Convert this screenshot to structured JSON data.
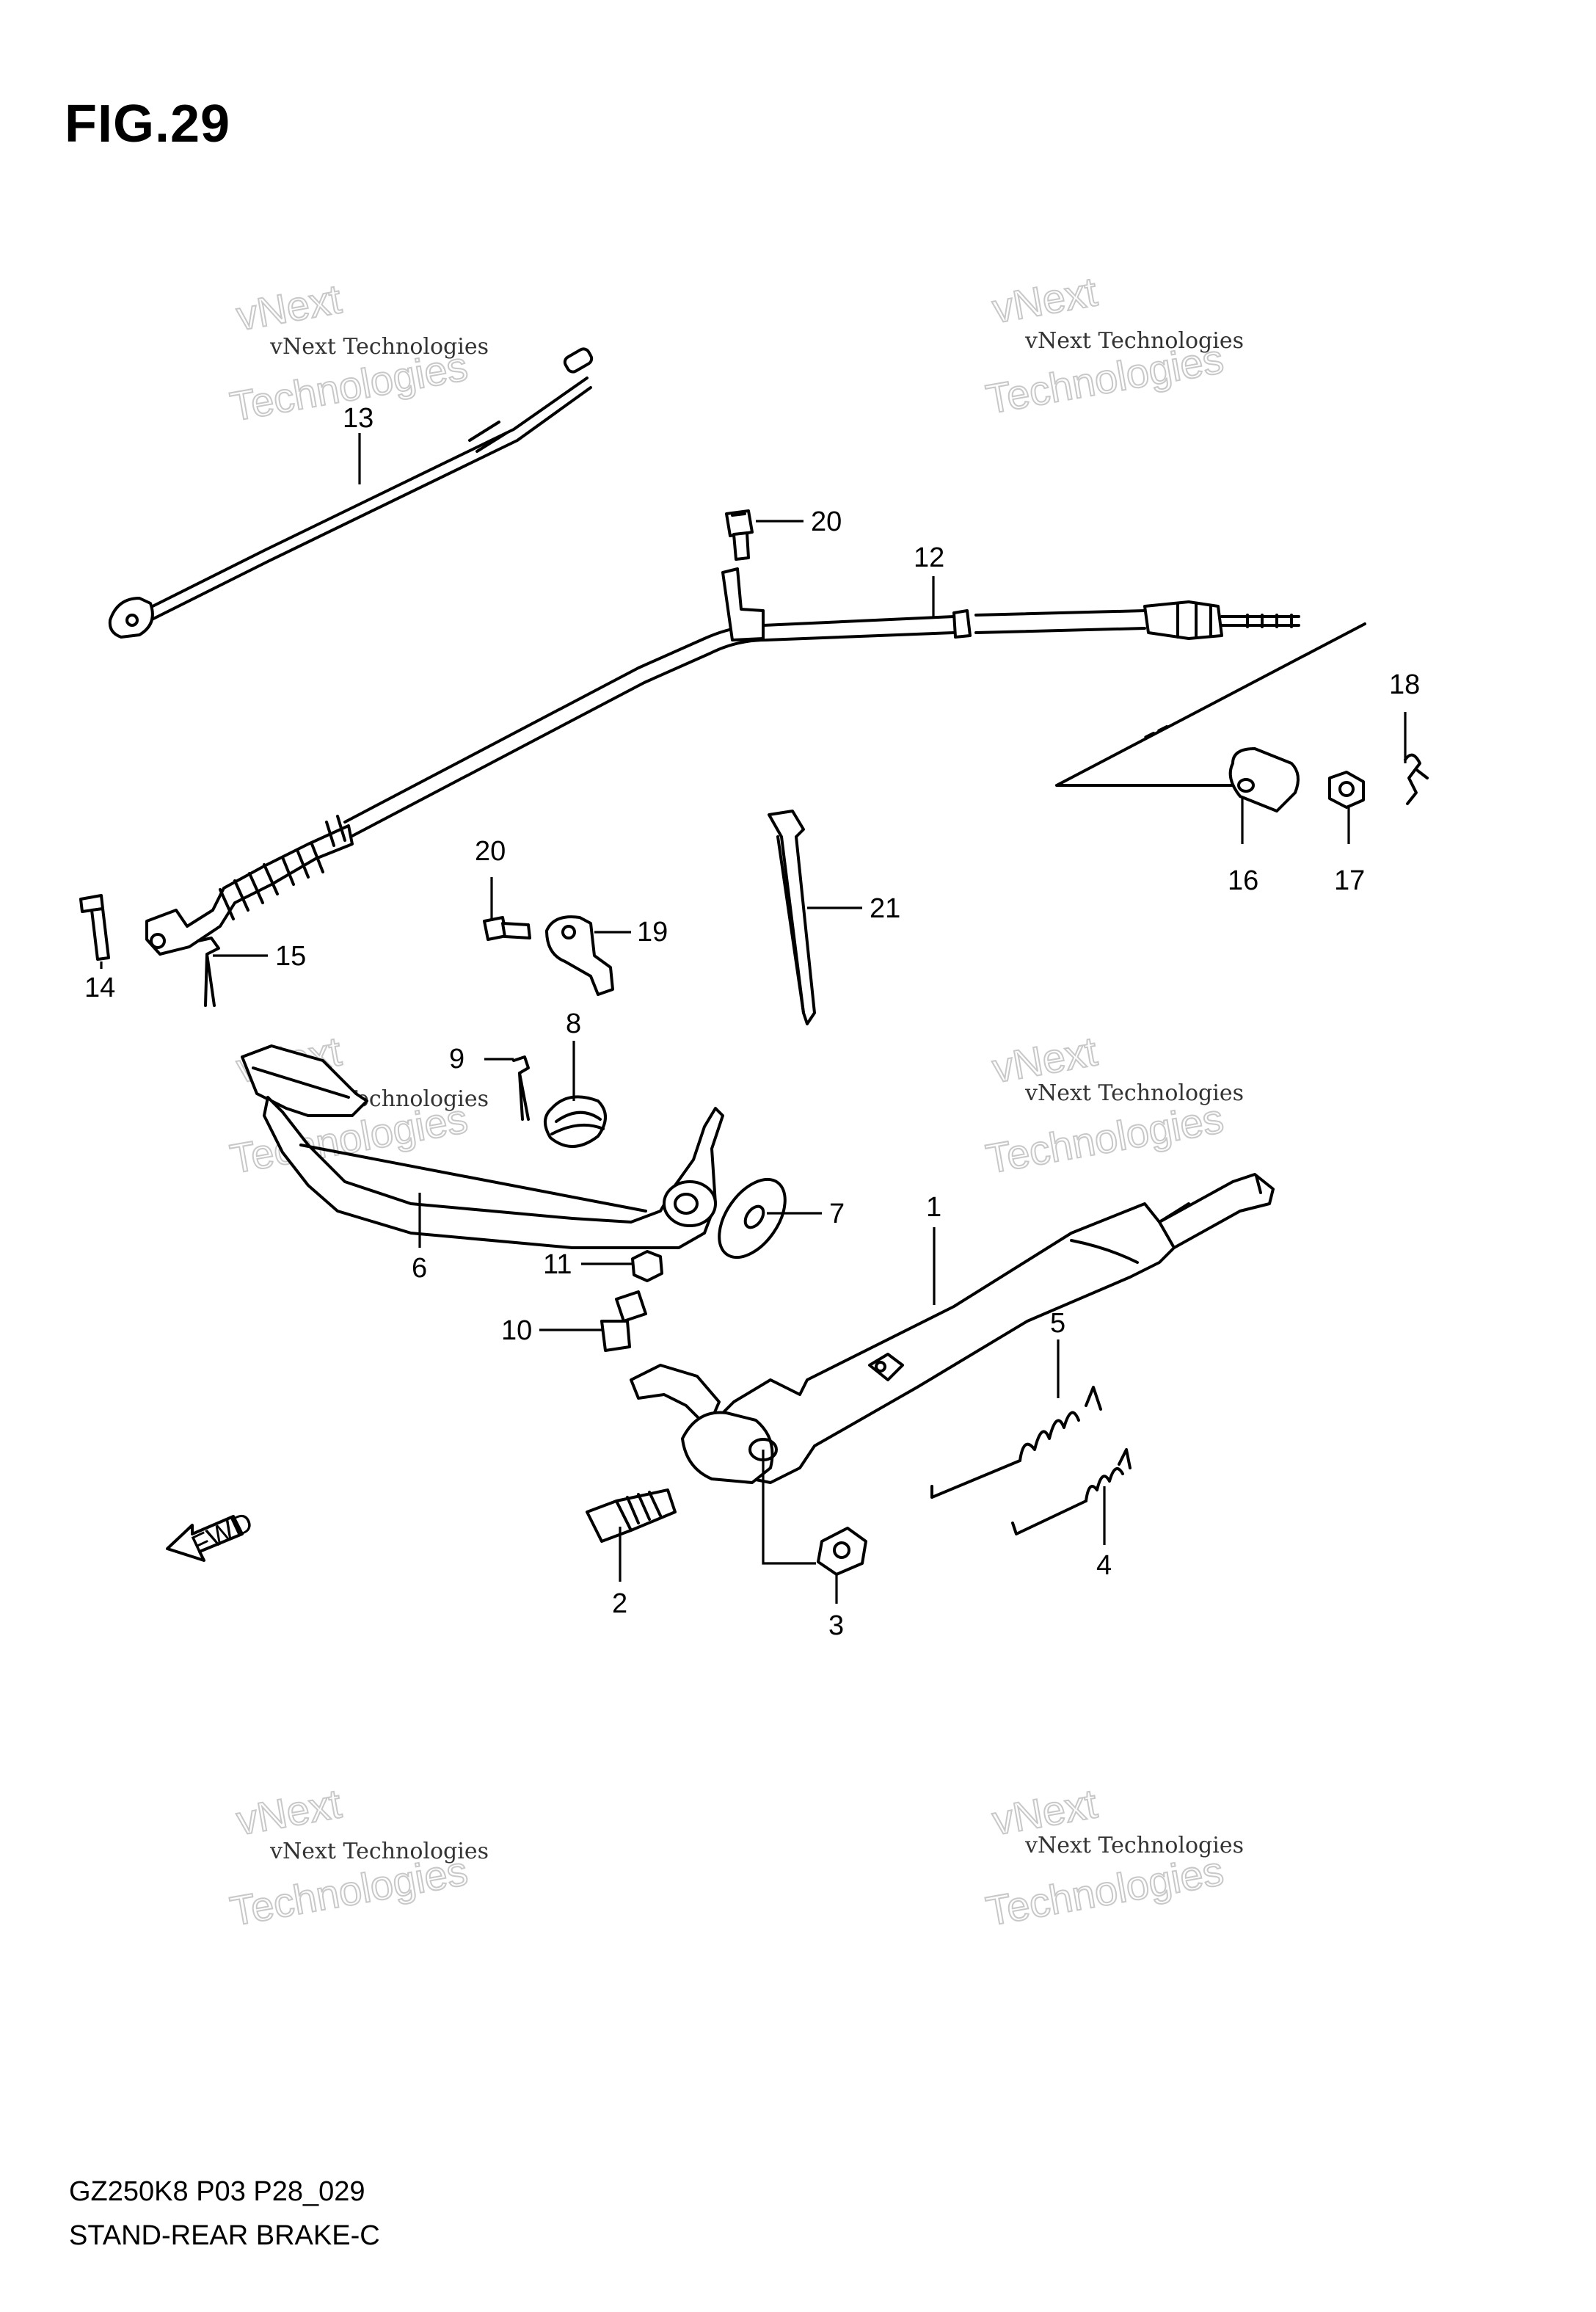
{
  "figure": {
    "title": "FIG.29",
    "model_code": "GZ250K8 P03 P28_029",
    "section_name": "STAND-REAR BRAKE-C"
  },
  "watermark": {
    "label": "vNext Technologies",
    "brand": "vNext",
    "word": "Technologies"
  },
  "callouts": [
    {
      "id": "1",
      "part": "side-stand"
    },
    {
      "id": "2",
      "part": "bolt"
    },
    {
      "id": "3",
      "part": "nut"
    },
    {
      "id": "4",
      "part": "spring-inner"
    },
    {
      "id": "5",
      "part": "spring-outer"
    },
    {
      "id": "6",
      "part": "brake-pedal"
    },
    {
      "id": "7",
      "part": "washer"
    },
    {
      "id": "8",
      "part": "return-spring"
    },
    {
      "id": "9",
      "part": "cotter-pin"
    },
    {
      "id": "10",
      "part": "bolt"
    },
    {
      "id": "11",
      "part": "nut"
    },
    {
      "id": "12",
      "part": "brake-cable"
    },
    {
      "id": "13",
      "part": "stand-switch-cable"
    },
    {
      "id": "14",
      "part": "clevis-pin"
    },
    {
      "id": "15",
      "part": "cotter-pin"
    },
    {
      "id": "16",
      "part": "joint"
    },
    {
      "id": "17",
      "part": "nut"
    },
    {
      "id": "18",
      "part": "clip"
    },
    {
      "id": "19",
      "part": "clamp"
    },
    {
      "id": "20",
      "part": "bolt"
    },
    {
      "id": "21",
      "part": "cable-tie"
    }
  ],
  "badge": {
    "label": "FWD",
    "icon": "fwd-arrow-icon"
  },
  "colors": {
    "ink": "#000000",
    "watermark": "#c8c8c8",
    "background": "#ffffff"
  }
}
